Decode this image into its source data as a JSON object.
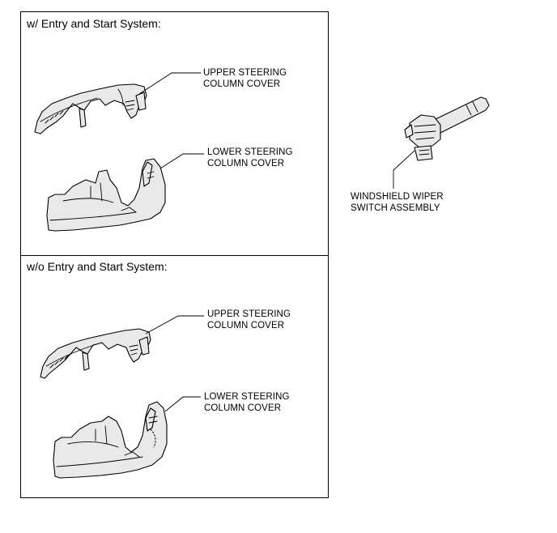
{
  "panels": {
    "with_entry": {
      "title": "w/ Entry and Start System:"
    },
    "without_entry": {
      "title": "w/o Entry and Start System:"
    }
  },
  "labels": {
    "upper_cover": {
      "line1": "UPPER STEERING",
      "line2": "COLUMN COVER"
    },
    "lower_cover": {
      "line1": "LOWER STEERING",
      "line2": "COLUMN COVER"
    },
    "wiper_switch": {
      "line1": "WINDSHIELD WIPER",
      "line2": "SWITCH ASSEMBLY"
    }
  }
}
